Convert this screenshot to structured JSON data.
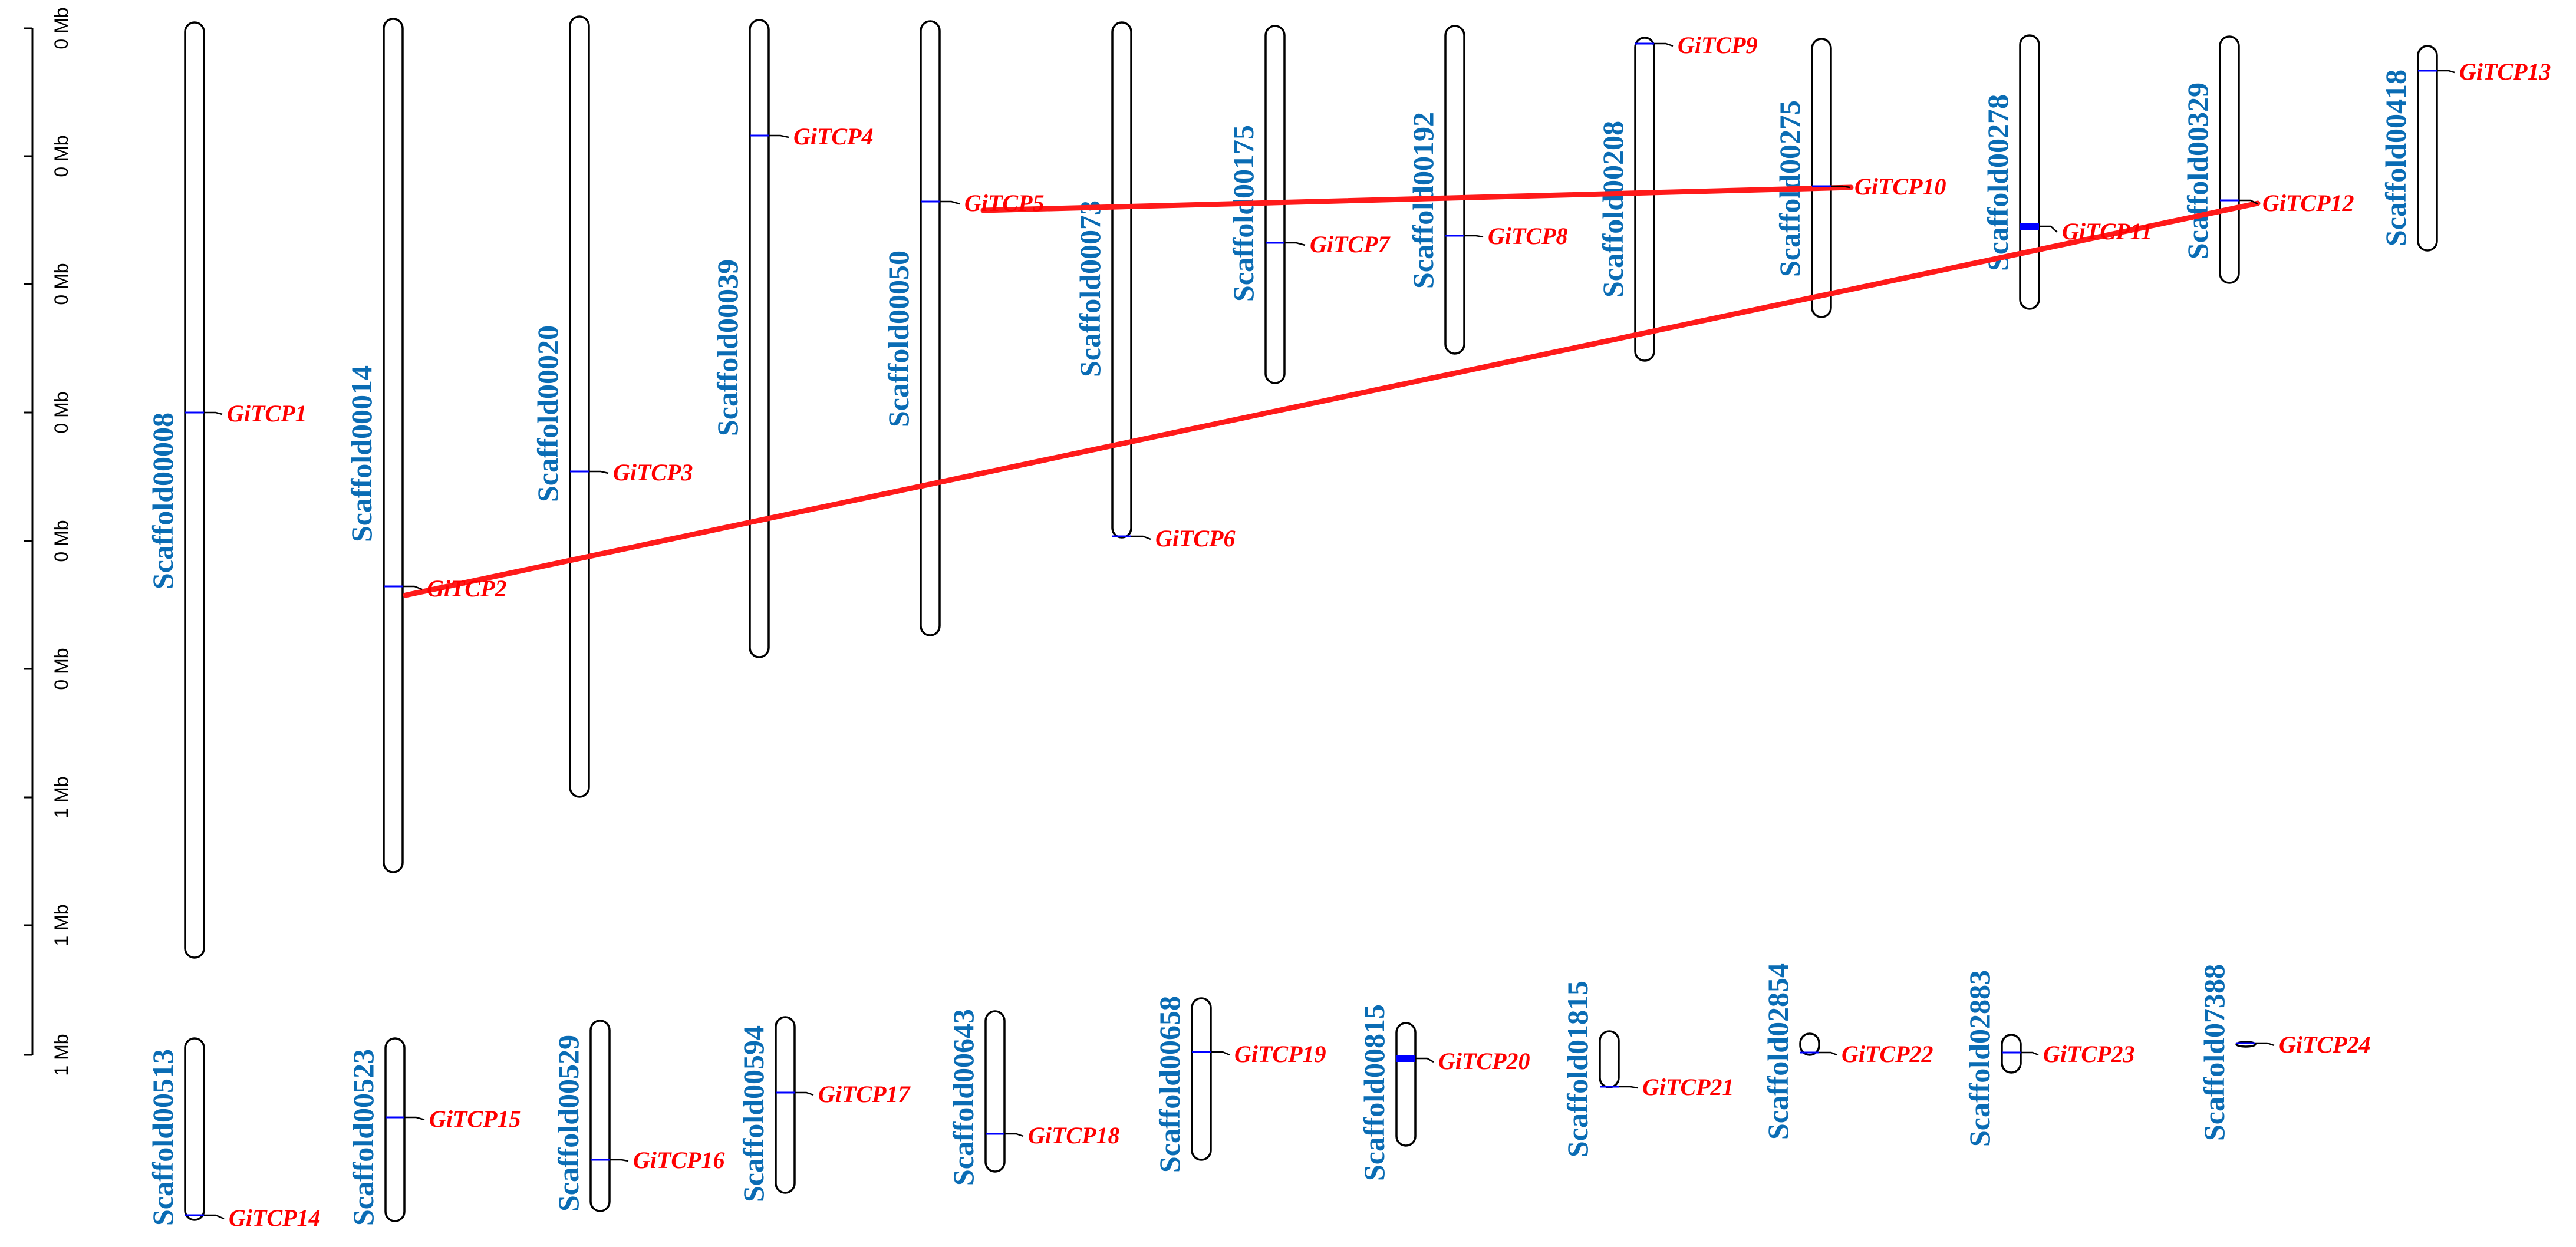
{
  "scale": {
    "ticks": [
      "0 Mb",
      "0 Mb",
      "0 Mb",
      "0 Mb",
      "0 Mb",
      "0 Mb",
      "1 Mb",
      "1 Mb",
      "1 Mb"
    ]
  },
  "chromosomes": [
    {
      "name": "Scaffold00008"
    },
    {
      "name": "Scaffold00014"
    },
    {
      "name": "Scaffold00020"
    },
    {
      "name": "Scaffold00039"
    },
    {
      "name": "Scaffold00050"
    },
    {
      "name": "Scaffold00073"
    },
    {
      "name": "Scaffold00175"
    },
    {
      "name": "Scaffold00192"
    },
    {
      "name": "Scaffold00208"
    },
    {
      "name": "Scaffold00275"
    },
    {
      "name": "Scaffold00278"
    },
    {
      "name": "Scaffold00329"
    },
    {
      "name": "Scaffold00418"
    },
    {
      "name": "Scaffold00513"
    },
    {
      "name": "Scaffold00523"
    },
    {
      "name": "Scaffold00529"
    },
    {
      "name": "Scaffold00594"
    },
    {
      "name": "Scaffold00643"
    },
    {
      "name": "Scaffold00658"
    },
    {
      "name": "Scaffold00815"
    },
    {
      "name": "Scaffold01815"
    },
    {
      "name": "Scaffold02854"
    },
    {
      "name": "Scaffold02883"
    },
    {
      "name": "Scaffold07388"
    }
  ],
  "genes": [
    {
      "name": "GiTCP1",
      "scaffold": "Scaffold00008"
    },
    {
      "name": "GiTCP2",
      "scaffold": "Scaffold00014"
    },
    {
      "name": "GiTCP3",
      "scaffold": "Scaffold00020"
    },
    {
      "name": "GiTCP4",
      "scaffold": "Scaffold00039"
    },
    {
      "name": "GiTCP5",
      "scaffold": "Scaffold00050"
    },
    {
      "name": "GiTCP6",
      "scaffold": "Scaffold00073"
    },
    {
      "name": "GiTCP7",
      "scaffold": "Scaffold00175"
    },
    {
      "name": "GiTCP8",
      "scaffold": "Scaffold00192"
    },
    {
      "name": "GiTCP9",
      "scaffold": "Scaffold00208"
    },
    {
      "name": "GiTCP10",
      "scaffold": "Scaffold00275"
    },
    {
      "name": "GiTCP11",
      "scaffold": "Scaffold00278"
    },
    {
      "name": "GiTCP12",
      "scaffold": "Scaffold00329"
    },
    {
      "name": "GiTCP13",
      "scaffold": "Scaffold00418"
    },
    {
      "name": "GiTCP14",
      "scaffold": "Scaffold00513"
    },
    {
      "name": "GiTCP15",
      "scaffold": "Scaffold00523"
    },
    {
      "name": "GiTCP16",
      "scaffold": "Scaffold00529"
    },
    {
      "name": "GiTCP17",
      "scaffold": "Scaffold00594"
    },
    {
      "name": "GiTCP18",
      "scaffold": "Scaffold00643"
    },
    {
      "name": "GiTCP19",
      "scaffold": "Scaffold00658"
    },
    {
      "name": "GiTCP20",
      "scaffold": "Scaffold00815"
    },
    {
      "name": "GiTCP21",
      "scaffold": "Scaffold01815"
    },
    {
      "name": "GiTCP22",
      "scaffold": "Scaffold02854"
    },
    {
      "name": "GiTCP23",
      "scaffold": "Scaffold02883"
    },
    {
      "name": "GiTCP24",
      "scaffold": "Scaffold07388"
    }
  ],
  "duplications": [
    {
      "from": "GiTCP5",
      "to": "GiTCP10"
    },
    {
      "from": "GiTCP2",
      "to": "GiTCP12"
    }
  ],
  "colors": {
    "scaffold_label": "#0a6cb4",
    "gene_label": "#ff0000",
    "gene_marker": "#0000ff",
    "duplication_link": "#ff1a1a"
  }
}
